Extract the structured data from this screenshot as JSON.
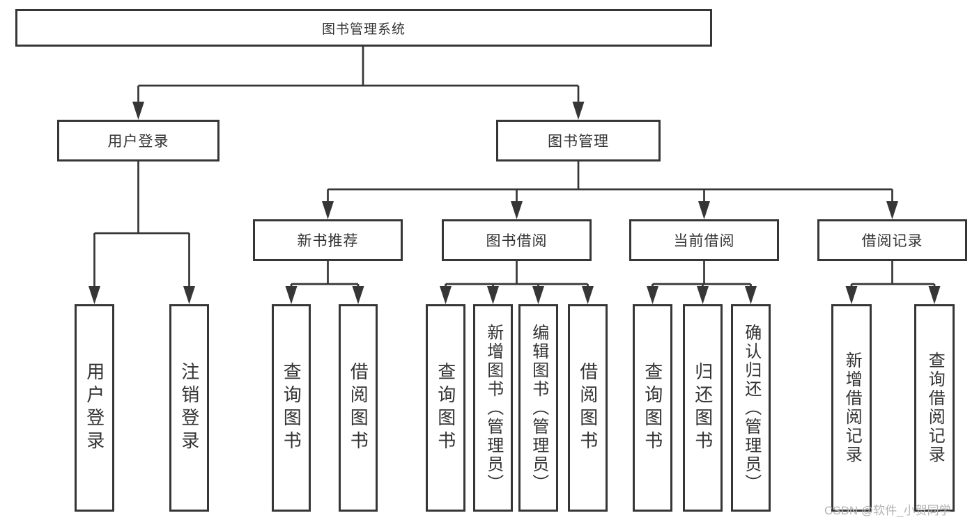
{
  "diagram_type": "hierarchy",
  "root": {
    "label": "图书管理系统",
    "children": [
      {
        "label": "用户登录",
        "children": [
          {
            "label": "用户登录"
          },
          {
            "label": "注销登录"
          }
        ]
      },
      {
        "label": "图书管理",
        "children": [
          {
            "label": "新书推荐",
            "children": [
              {
                "label": "查询图书"
              },
              {
                "label": "借阅图书"
              }
            ]
          },
          {
            "label": "图书借阅",
            "children": [
              {
                "label": "查询图书"
              },
              {
                "label": "新增图书（管理员）"
              },
              {
                "label": "编辑图书（管理员）"
              },
              {
                "label": "借阅图书"
              }
            ]
          },
          {
            "label": "当前借阅",
            "children": [
              {
                "label": "查询图书"
              },
              {
                "label": "归还图书"
              },
              {
                "label": "确认归还（管理员）"
              }
            ]
          },
          {
            "label": "借阅记录",
            "children": [
              {
                "label": "新增借阅记录"
              },
              {
                "label": "查询借阅记录"
              }
            ]
          }
        ]
      }
    ]
  },
  "watermark": "CSDN @软件_小贺同学",
  "colors": {
    "line": "#363636",
    "box_border": "#363636",
    "text": "#333333",
    "background": "#ffffff",
    "watermark": "#b3b3b3"
  }
}
